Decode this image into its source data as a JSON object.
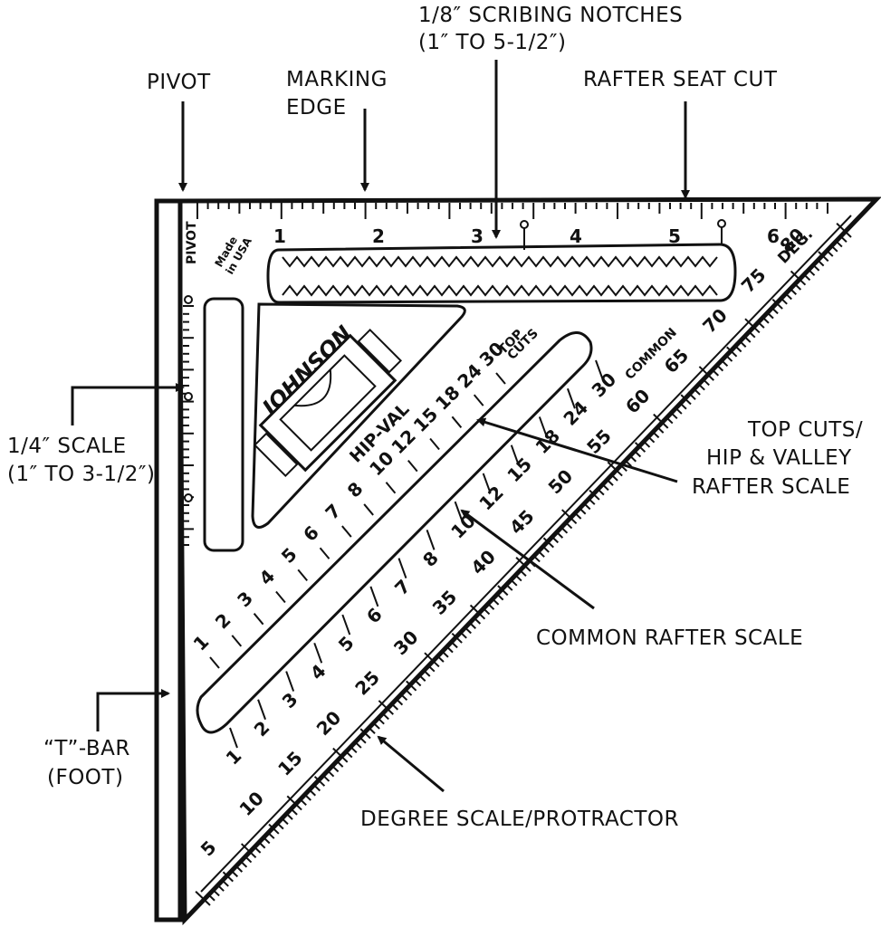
{
  "labels": {
    "scribing_line1": "1/8″ SCRIBING NOTCHES",
    "scribing_line2": "(1″ TO 5-1/2″)",
    "pivot": "PIVOT",
    "marking_line1": "MARKING",
    "marking_line2": "EDGE",
    "rafter_seat": "RAFTER SEAT CUT",
    "quarter_line1": "1/4″ SCALE",
    "quarter_line2": "(1″ TO 3-1/2″)",
    "topcuts_line1": "TOP CUTS/",
    "topcuts_line2": "HIP & VALLEY",
    "topcuts_line3": "RAFTER SCALE",
    "common_rafter": "COMMON RAFTER SCALE",
    "tbar_line1": "“T”-BAR",
    "tbar_line2": "(FOOT)",
    "degree_scale": "DEGREE SCALE/PROTRACTOR"
  },
  "tool": {
    "pivot_mark": "PIVOT",
    "made_line1": "Made",
    "made_line2": "in USA",
    "brand": "JOHNSON",
    "hip_val": "HIP-VAL",
    "top_cuts_line1": "TOP",
    "top_cuts_line2": "CUTS",
    "common": "COMMON",
    "deg": "DEG.",
    "inch_numbers": [
      "1",
      "2",
      "3",
      "4",
      "5",
      "6"
    ],
    "hip_numbers": [
      "1",
      "2",
      "3",
      "4",
      "5",
      "6",
      "7",
      "8",
      "10",
      "12",
      "15",
      "18",
      "24",
      "30"
    ],
    "common_numbers": [
      "1",
      "2",
      "3",
      "4",
      "5",
      "6",
      "7",
      "8",
      "10",
      "12",
      "15",
      "18",
      "24",
      "30"
    ],
    "degree_numbers": [
      "5",
      "10",
      "15",
      "20",
      "25",
      "30",
      "35",
      "40",
      "45",
      "50",
      "55",
      "60",
      "65",
      "70",
      "75",
      "80"
    ]
  }
}
